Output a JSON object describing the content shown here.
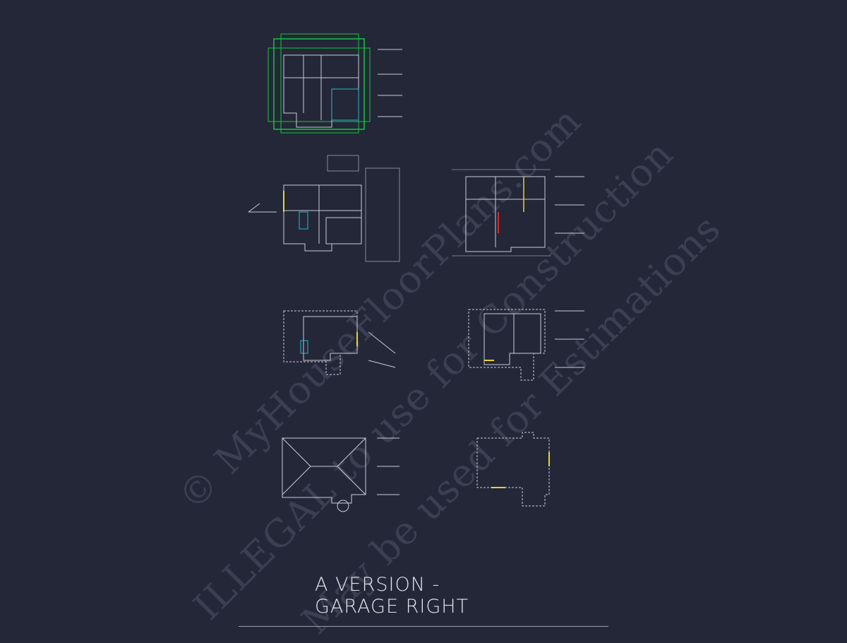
{
  "colors": {
    "background": "#232738",
    "linework": "#c9ccd6",
    "foundation_grid": "#17c33a",
    "highlight": "#e8d42a",
    "accent_red": "#d22a2a",
    "accent_cyan": "#2ab8c8"
  },
  "watermark": {
    "line1": "© MyHouseFloorPlans.com",
    "line2": "ILLEGAL to use for Construction",
    "line3": "May be used for Estimations"
  },
  "caption": {
    "line1": "A VERSION -",
    "line2": "GARAGE RIGHT"
  },
  "sheets": [
    {
      "icon": "foundation-plan-icon"
    },
    {
      "icon": "first-floor-plan-icon"
    },
    {
      "icon": "first-floor-structural-icon"
    },
    {
      "icon": "second-floor-plan-icon"
    },
    {
      "icon": "second-floor-structural-icon"
    },
    {
      "icon": "roof-plan-icon"
    },
    {
      "icon": "roof-outline-icon"
    }
  ]
}
